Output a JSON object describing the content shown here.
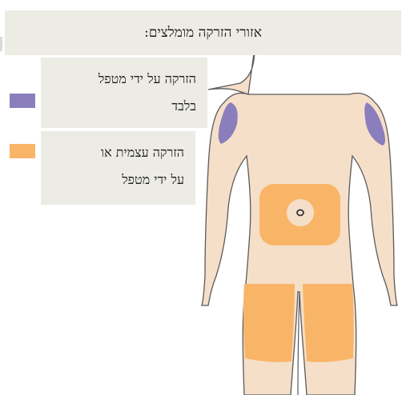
{
  "title": "אזורי הזרקה מומלצים:",
  "legend": [
    {
      "line1": "הזרקה על ידי מטפל",
      "line2": "בלבד",
      "color": "#8b7ebd"
    },
    {
      "line1": "הזרקה עצמית או",
      "line2": "על ידי מטפל",
      "color": "#f9b567"
    }
  ],
  "colors": {
    "skin": "#f6dfc9",
    "outline": "#5a5a5a",
    "panel": "#ecebe4",
    "navel_ring": "#f6dfc9"
  }
}
